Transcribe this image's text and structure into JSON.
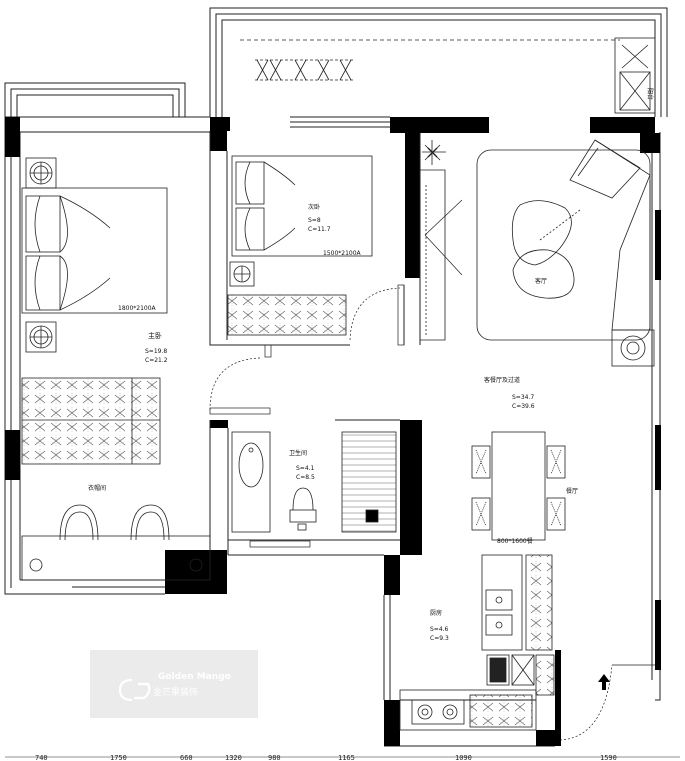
{
  "rooms": {
    "master_bedroom": {
      "name": "主卧",
      "area": "S=19.8",
      "perimeter": "C=21.2",
      "bed_size": "1800*2100A"
    },
    "second_bedroom": {
      "name": "次卧",
      "area": "S=8",
      "perimeter": "C=11.7",
      "bed_size": "1500*2100A"
    },
    "cloakroom": {
      "name": "衣帽间"
    },
    "living": {
      "name": "客厅"
    },
    "living_hall": {
      "name": "客餐厅及过道",
      "area": "S=34.7",
      "perimeter": "C=39.6"
    },
    "dining": {
      "name": "餐厅",
      "table_size": "800*1600餐"
    },
    "bathroom": {
      "name": "卫生间",
      "area": "S=4.1",
      "perimeter": "C=8.5"
    },
    "kitchen": {
      "name": "厨房",
      "area": "S=4.6",
      "perimeter": "C=9.3"
    },
    "balcony_tag": "阳台"
  },
  "dimensions": [
    "740",
    "1750",
    "660",
    "1320",
    "980",
    "1165",
    "1090",
    "1590"
  ],
  "watermark": {
    "brand_en": "Golden Mango",
    "brand_cn": "金芒果装饰"
  },
  "colors": {
    "wall": "#000000",
    "line": "#222222",
    "watermark_bg": "#e8e8e8"
  }
}
